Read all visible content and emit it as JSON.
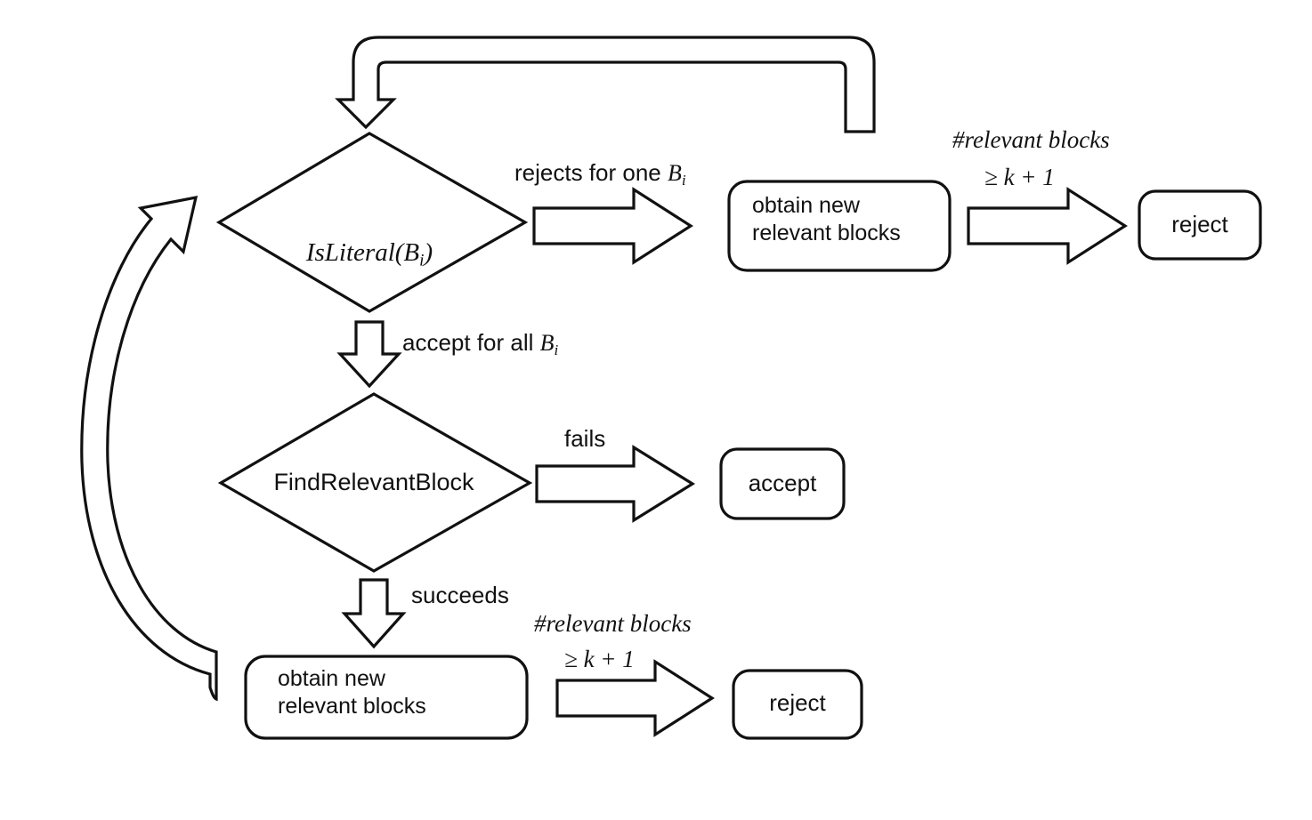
{
  "diagram": {
    "title": "Algorithm decision flowchart",
    "background_color": "#ffffff",
    "stroke_color": "#111111",
    "nodes": {
      "is_literal": {
        "label": "IsLiteral(B",
        "sub": "i",
        "label_tail": ")",
        "shape": "diamond"
      },
      "find_relevant_block": {
        "label": "FindRelevantBlock",
        "shape": "diamond"
      },
      "obtain_top": {
        "label": "obtain new\nrelevant blocks",
        "shape": "rounded-rect"
      },
      "obtain_bottom": {
        "label": "obtain new\nrelevant blocks",
        "shape": "rounded-rect"
      },
      "reject_top": {
        "label": "reject",
        "shape": "rounded-rect"
      },
      "reject_bottom": {
        "label": "reject",
        "shape": "rounded-rect"
      },
      "accept": {
        "label": "accept",
        "shape": "rounded-rect"
      }
    },
    "edge_labels": {
      "rejects_one": {
        "text": "rejects for one ",
        "math": "B",
        "sub": "i"
      },
      "accept_all": {
        "text": "accept for all ",
        "math": "B",
        "sub": "i"
      },
      "fails": {
        "text": "fails"
      },
      "succeeds": {
        "text": "succeeds"
      },
      "relevant_blocks_top_line1": {
        "text": "#relevant blocks"
      },
      "relevant_blocks_top_line2": {
        "text": "≥  k + 1"
      },
      "relevant_blocks_bottom_line1": {
        "text": "#relevant blocks"
      },
      "relevant_blocks_bottom_line2": {
        "text": "≥  k + 1"
      }
    }
  }
}
